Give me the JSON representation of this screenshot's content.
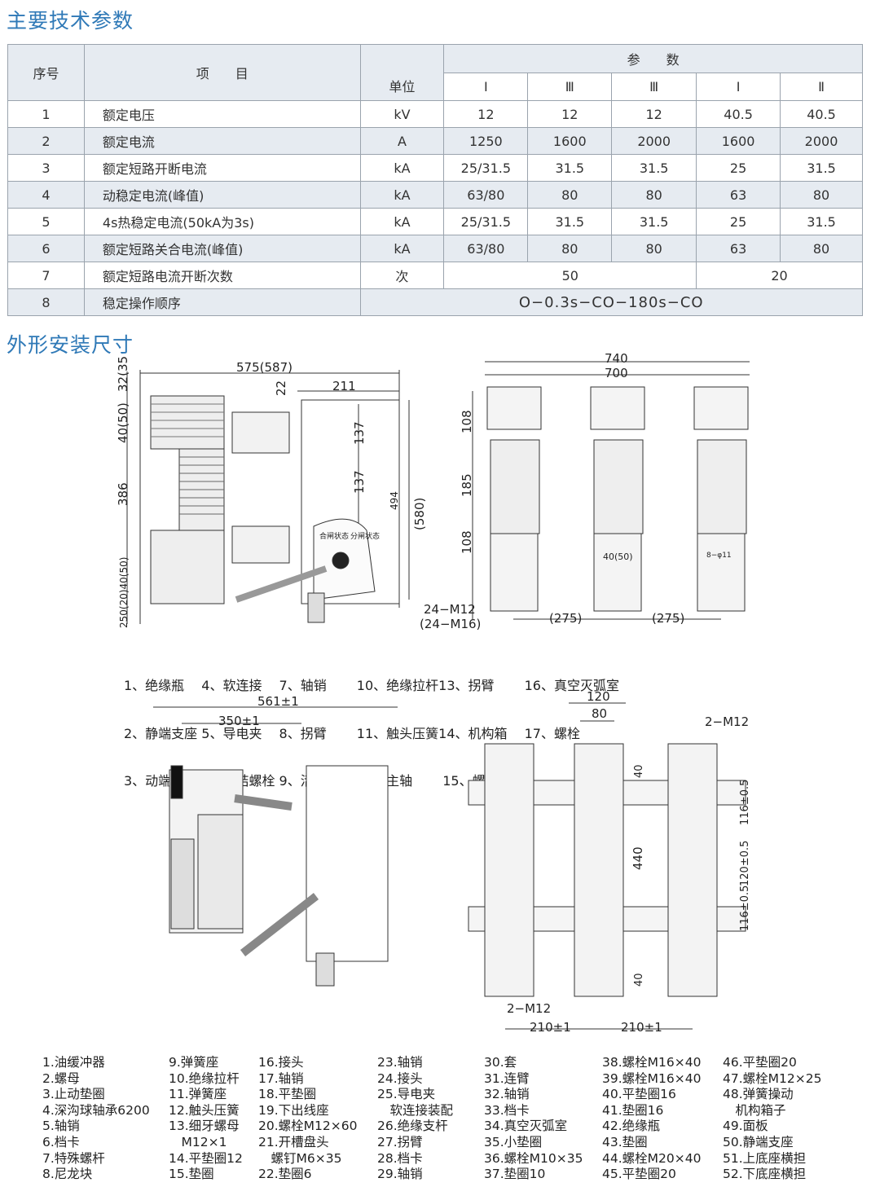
{
  "section1_title": "主要技术参数",
  "section2_title": "外形安装尺寸",
  "table": {
    "h_no": "序号",
    "h_item": "项　　目",
    "h_unit": "单位",
    "h_param": "参　　数",
    "sub": [
      "Ⅰ",
      "Ⅲ",
      "Ⅲ",
      "Ⅰ",
      "Ⅱ"
    ],
    "rows": [
      {
        "no": "1",
        "item": "额定电压",
        "unit": "kV",
        "v": [
          "12",
          "12",
          "12",
          "40.5",
          "40.5"
        ]
      },
      {
        "no": "2",
        "item": "额定电流",
        "unit": "A",
        "v": [
          "1250",
          "1600",
          "2000",
          "1600",
          "2000"
        ]
      },
      {
        "no": "3",
        "item": "额定短路开断电流",
        "unit": "kA",
        "v": [
          "25/31.5",
          "31.5",
          "31.5",
          "25",
          "31.5"
        ]
      },
      {
        "no": "4",
        "item": "动稳定电流(峰值)",
        "unit": "kA",
        "v": [
          "63/80",
          "80",
          "80",
          "63",
          "80"
        ]
      },
      {
        "no": "5",
        "item": "4s热稳定电流(50kA为3s)",
        "unit": "kA",
        "v": [
          "25/31.5",
          "31.5",
          "31.5",
          "25",
          "31.5"
        ]
      },
      {
        "no": "6",
        "item": "额定短路关合电流(峰值)",
        "unit": "kA",
        "v": [
          "63/80",
          "80",
          "80",
          "63",
          "80"
        ]
      }
    ],
    "row7": {
      "no": "7",
      "item": "额定短路电流开断次数",
      "unit": "次",
      "a": "50",
      "b": "20"
    },
    "row8": {
      "no": "8",
      "item": "稳定操作顺序",
      "seq": "O−0.3s−CO−180s−CO"
    }
  },
  "dim": {
    "d575": "575(587)",
    "d211": "211",
    "d22": "22",
    "d137a": "137",
    "d137b": "137",
    "d494": "494",
    "d580": "(580)",
    "d386": "386",
    "d40_50": "40(50)",
    "d32_35": "32(35)",
    "d250": "250(20)40(50)",
    "d740": "740",
    "d700": "700",
    "d108a": "108",
    "d185": "185",
    "d108b": "108",
    "d275a": "(275)",
    "d275b": "(275)",
    "d24m12": "24−M12",
    "d24m16": "(24−M16)",
    "d40_50b": "40(50)",
    "d8phi11": "8−φ11",
    "on_state": "合闸状态",
    "off_state": "分闸状态",
    "d561": "561±1",
    "d350": "350±1",
    "d120": "120",
    "d80": "80",
    "d2m12a": "2−M12",
    "d2m12b": "2−M12",
    "d440": "440",
    "d40a": "40",
    "d40b": "40",
    "d116a": "116±0.5",
    "d120b": "120±0.5",
    "d116b": "116±0.5",
    "d210a": "210±1",
    "d210b": "210±1"
  },
  "legend1": [
    "1、绝缘瓶　 4、软连接　 7、轴销　　 10、绝缘拉杆13、拐臂　　 16、真空灭弧室",
    "2、静端支座 5、导电夹　 8、拐臂　　 11、触头压簧14、机构箱　 17、螺栓",
    "3、动端支座 6、活结螺栓 9、活结螺栓 12、主轴　　 15、螺栓"
  ],
  "parts": [
    [
      "1.油缓冲器",
      "2.螺母",
      "3.止动垫圈",
      "4.深沟球轴承6200",
      "5.轴销",
      "6.档卡",
      "7.特殊螺杆",
      "8.尼龙块"
    ],
    [
      "9.弹簧座",
      "10.绝缘拉杆",
      "11.弹簧座",
      "12.触头压簧",
      "13.细牙螺母",
      "　M12×1",
      "14.平垫圈12",
      "15.垫圈"
    ],
    [
      "16.接头",
      "17.轴销",
      "18.平垫圈",
      "19.下出线座",
      "20.螺栓M12×60",
      "21.开槽盘头",
      "　螺钉M6×35",
      "22.垫圈6"
    ],
    [
      "23.轴销",
      "24.接头",
      "25.导电夹",
      "　软连接装配",
      "26.绝缘支杆",
      "27.拐臂",
      "28.档卡",
      "29.轴销"
    ],
    [
      "30.套",
      "31.连臂",
      "32.轴销",
      "33.档卡",
      "34.真空灭弧室",
      "35.小垫圈",
      "36.螺栓M10×35",
      "37.垫圈10"
    ],
    [
      "38.螺栓M16×40",
      "39.螺栓M16×40",
      "40.平垫圈16",
      "41.垫圈16",
      "42.绝缘瓶",
      "43.垫圈",
      "44.螺栓M20×40",
      "45.平垫圈20"
    ],
    [
      "46.平垫圈20",
      "47.螺栓M12×25",
      "48.弹簧操动",
      "　机构箱子",
      "49.面板",
      "50.静端支座",
      "51.上底座横担",
      "52.下底座横担"
    ]
  ]
}
